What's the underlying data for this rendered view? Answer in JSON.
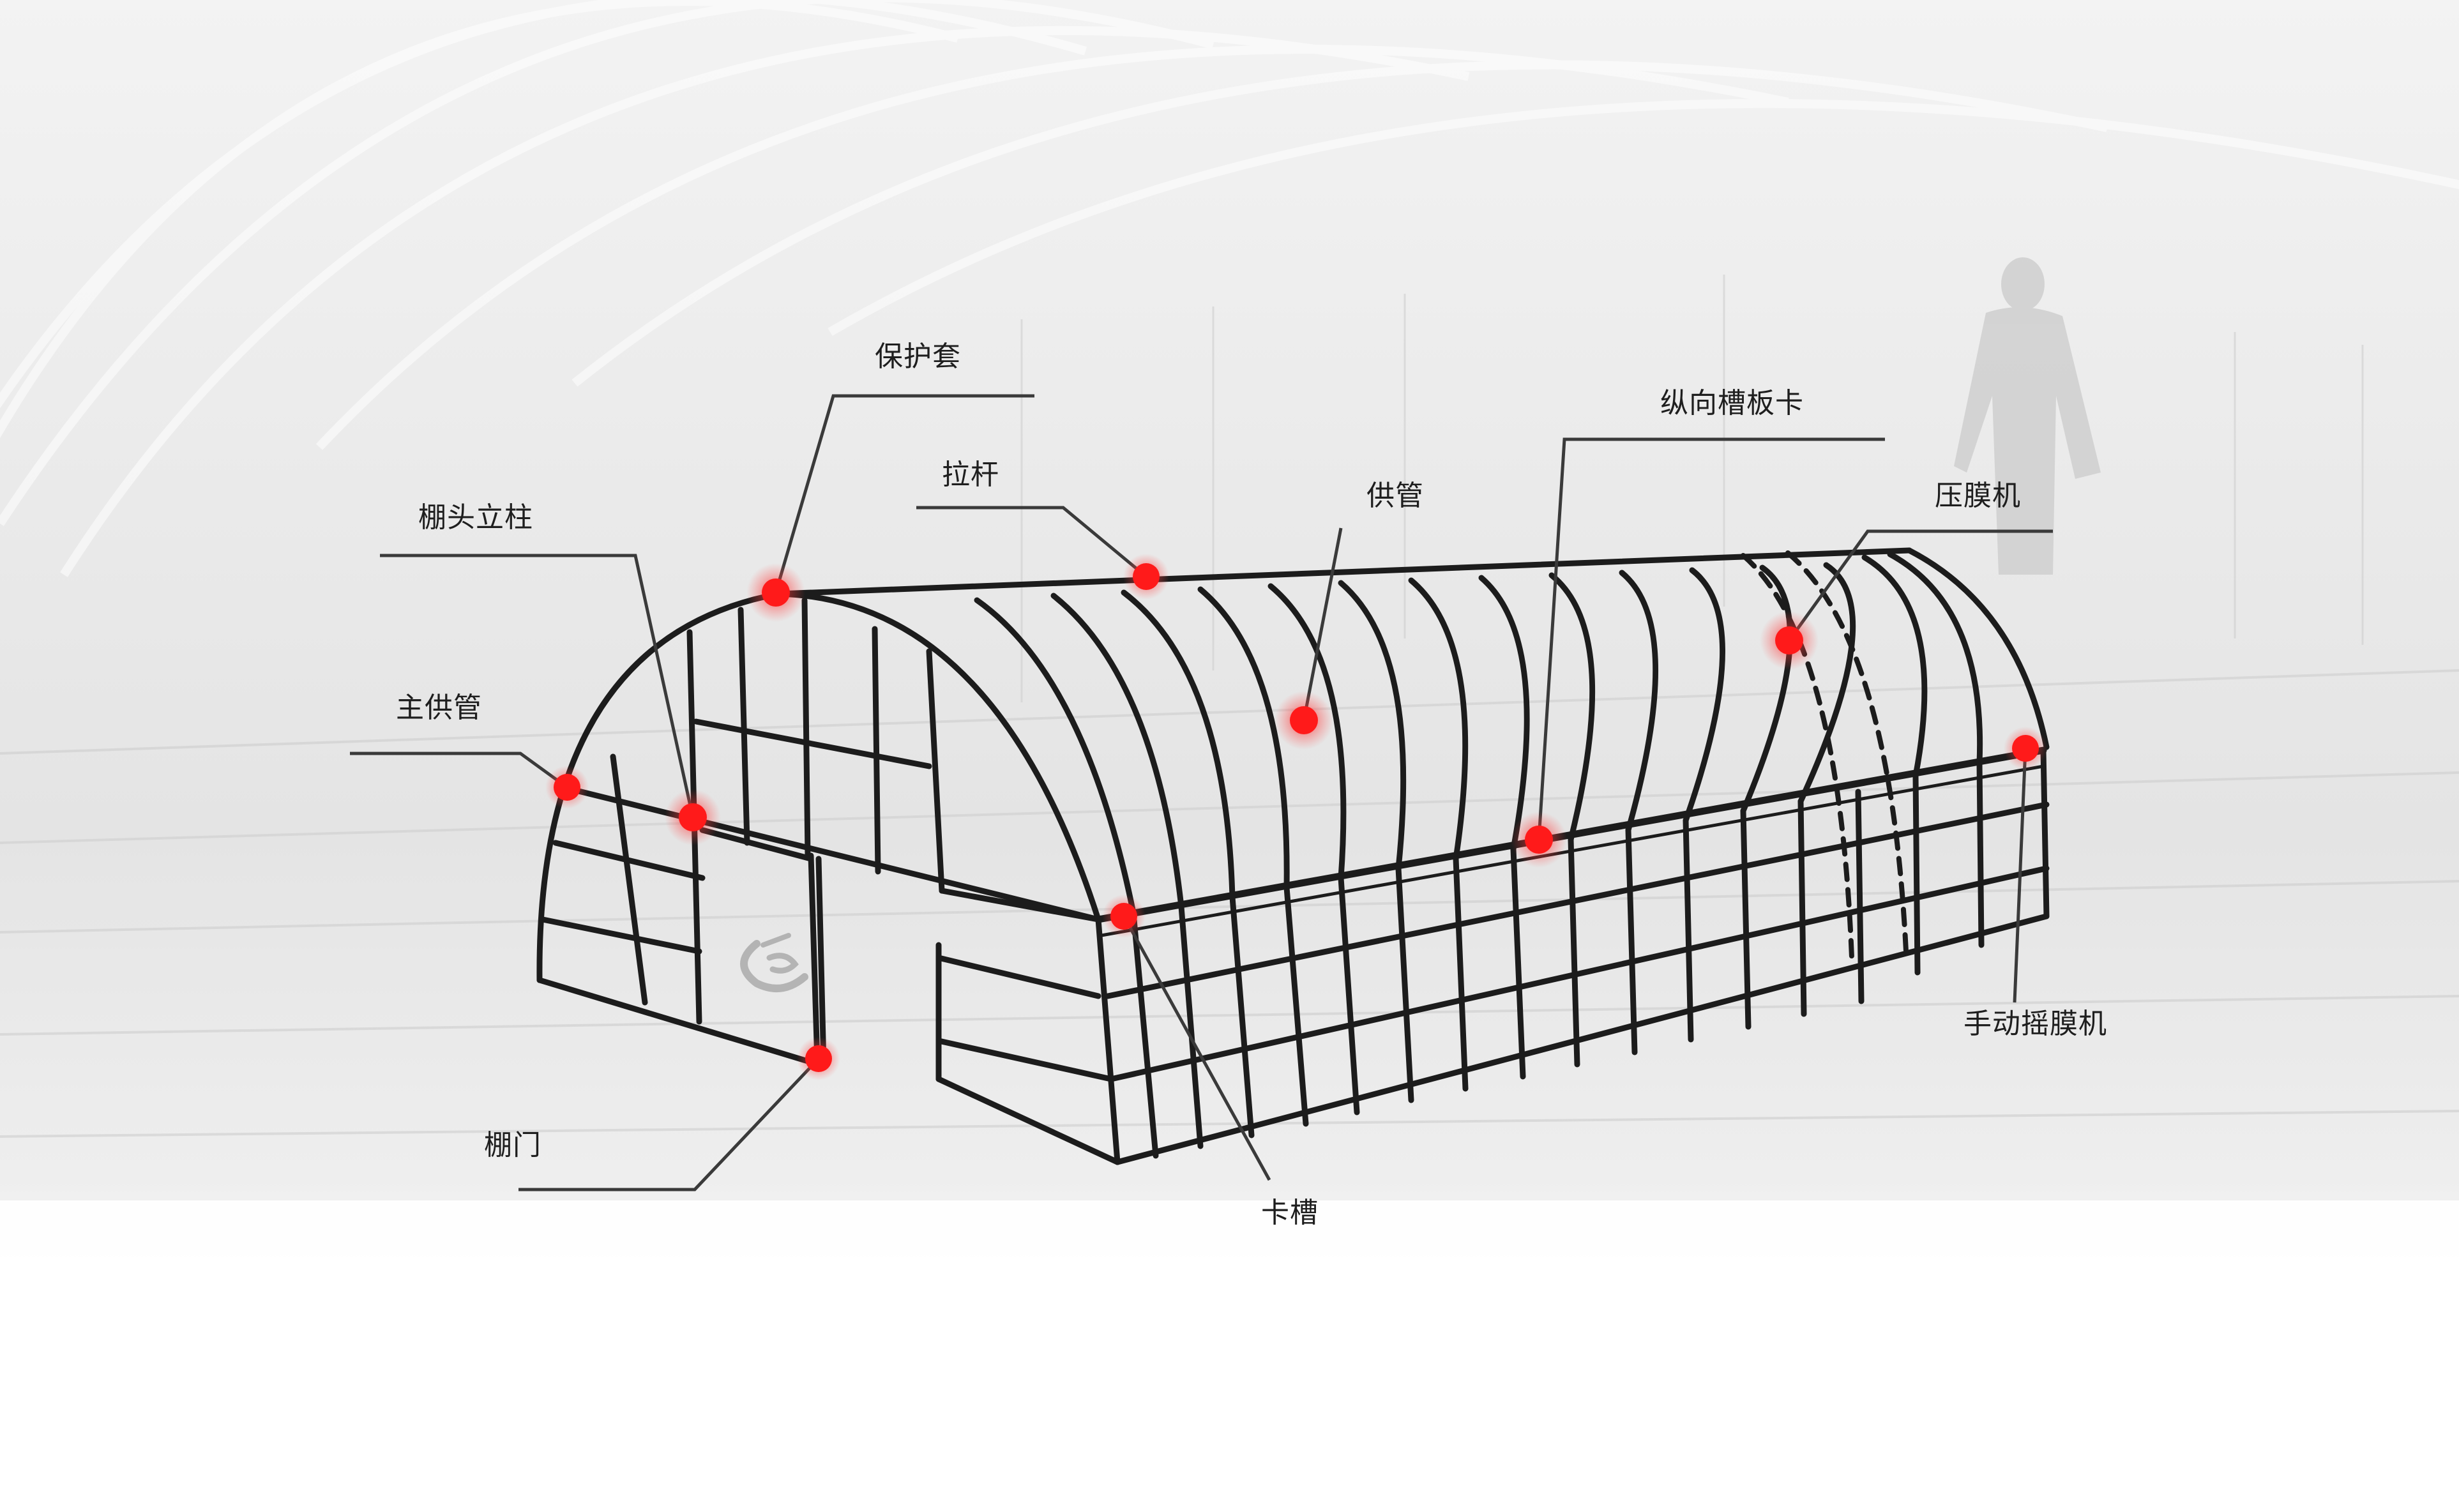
{
  "annotations": [
    {
      "id": "protective-sleeve",
      "label": "保护套"
    },
    {
      "id": "tie-rod",
      "label": "拉杆"
    },
    {
      "id": "gable-column",
      "label": "棚头立柱"
    },
    {
      "id": "main-supply-pipe",
      "label": "主供管"
    },
    {
      "id": "supply-pipe",
      "label": "供管"
    },
    {
      "id": "longitudinal-channel-clip",
      "label": "纵向槽板卡"
    },
    {
      "id": "film-press-machine",
      "label": "压膜机"
    },
    {
      "id": "manual-film-roller",
      "label": "手动摇膜机"
    },
    {
      "id": "greenhouse-door",
      "label": "棚门"
    },
    {
      "id": "clamp-channel",
      "label": "卡槽"
    }
  ],
  "colors": {
    "marker": "#ff1a1a",
    "frame": "#1c1c1c",
    "leader": "#3a3a3a",
    "label": "#1e1e1e"
  },
  "logo_icon": "brand-logo-icon"
}
